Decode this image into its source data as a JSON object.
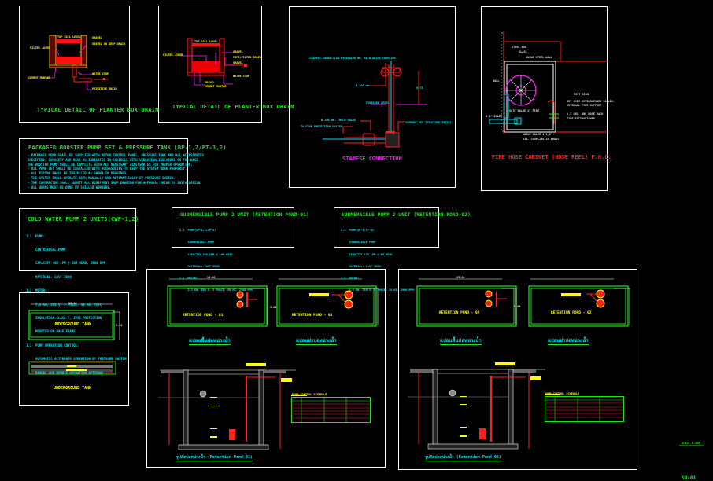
{
  "drawing": {
    "background": "#000000",
    "colors": {
      "frame": "#ffffff",
      "title_green": "#19e619",
      "magenta": "#ff1aff",
      "red": "#ff2020",
      "yellow": "#ffff00",
      "cyan": "#00e5ee"
    }
  },
  "planter_drain_1": {
    "title": "TYPICAL DETAIL OF PLANTER BOX DRAIN",
    "labels": {
      "top_soil": "TOP SOIL LEVEL",
      "gravel": "GRAVEL",
      "gravel2": "GRAVEL ON DEEP DRAIN",
      "filter": "FILTER LAYER",
      "cement": "CEMENT MORTAR",
      "water_stop": "WATER STOP",
      "pvc": "PRIMITIVE DRAIN"
    }
  },
  "planter_drain_2": {
    "title": "TYPICAL DETAIL OF PLANTER BOX DRAIN",
    "labels": {
      "top_soil": "TOP SOIL LEVEL",
      "filter": "FILTER LINER",
      "gravel": "GRAVEL",
      "pvc_drain": "PIPE/FILTER DRAIN",
      "gravel2": "GRAVEL",
      "water_stop": "WATER STOP",
      "gravel3": "GRAVEL",
      "cement": "CEMENT MORTAR"
    }
  },
  "siamese": {
    "title": "SIAMESE CONNECTION",
    "labels": {
      "conn": "SIAMESE CONNECTION 65x65x100 mm. WITH QUICK COUPLING",
      "pipe": "Ø 100 mm.",
      "ground": "FINISHED LEVEL",
      "check": "Ø 100 mm. CHECK VALVE",
      "to_fire": "TO FIRE PROTECTION SYSTEM",
      "support": "SUPPORT SEE STRUCTURE DETAIL",
      "dim": "0.75"
    }
  },
  "fire_hose": {
    "title": "FIRE HOSE CABINET (HOSE REEL) F.H.C.",
    "labels": {
      "steel": "STEEL BOX",
      "glass": "GLASS",
      "steel_wall": "ANGLE STEEL WALL",
      "wall": "WALL",
      "inlet": "Ø 1\" INLET",
      "gate": "GATE VALVE 1\" FIRE",
      "exit": "EXIT SIGN",
      "ext1": "DRY CHEM EXTINGUISHER 10 LBS.",
      "ext2": "EXTERNAL TYPE SUPPORT",
      "hook1": "1.5 LBS. ABC HOSE RACK",
      "hook2": "FIRE EXTINGUISHER",
      "valve1": "ANGLE VALVE 1-1/2\"",
      "valve2": "DIA. COUPLING IN BRASS"
    }
  },
  "booster": {
    "title": "PACKAGED BOOSTER PUMP SET & PRESSURE TANK (BP-1,2/PT-1,2)",
    "notes": [
      "- PACKAGED PUMP SHALL BE SUPPLIED WITH MOTOR CONTROL PANEL, PRESSURE TANK AND ALL ACCESSORIES",
      "  SPECIFIED, CAPACITY AND HEAD AS INDICATED IN SCHEDULE WITH VIBRATION ISOLATORS ON THE BASE",
      "  THE BOOSTER PUMP SHALL BE COMPLETE WITH ALL NECESSARY ACCESSORIES FOR PROPER OPERATION.",
      "- ALL PUMP SET SHALL BE INSTALLED WITH ACCESSORIES TO KEEP THE SYSTEM WORK PROPERLY.",
      "- ALL PIPING SHALL BE INSTALLED AS SHOWN IN DRAWINGS.",
      "- THE SYSTEM SHALL OPERATE BOTH MANUALLY AND AUTOMATICALLY BY PRESSURE SWITCH.",
      "- THE CONTRACTOR SHALL SUBMIT ALL EQUIPMENT SHOP DRAWING FOR APPROVAL PRIOR TO INSTALLATION.",
      "- ALL WORKS MUST BE DONE BY SKILLED WORKERS."
    ]
  },
  "cold_water": {
    "title": "COLD WATER PUMP 2 UNITS(CWP-1,2)",
    "lines": [
      "1.1  PUMP:",
      "     CENTRIFUGAL PUMP",
      "     CAPACITY 400 LPM @ 30M HEAD, 2900 RPM",
      "     MATERIAL: CAST IRON",
      "1.2  MOTOR:",
      "     7.5 KW, 380 V, 3 PHASE, 50 HZ, TEFC",
      "     INSULATION CLASS F, IP55 PROTECTION",
      "     MOUNTED ON BASE FRAME",
      "1.3  PUMP OPERATION CONTROL:",
      "     AUTOMATIC ALTERNATE OPERATION BY PRESSURE SWITCH",
      "     MANUAL AND REMOTE OPERATION OPTIONAL"
    ]
  },
  "submersible_1": {
    "title": "SUBMERSIBLE PUMP 2 UNIT (RETENTION POND-01)",
    "lines": [
      "1.1  PUMP(SP-1,2/SP-3)",
      "     SUBMERSIBLE PUMP",
      "     CAPACITY 200 LPM @ 10M HEAD",
      "     MATERIAL: CAST IRON",
      "1.2  MOTOR:",
      "     2.2 KW, 380 V, 3 PHASE, 50 HZ, 2900 RPM"
    ]
  },
  "submersible_2": {
    "title": "SUBMERSIBLE PUMP 2 UNIT (RETENTION POND-02)",
    "lines": [
      "1.1  PUMP(SP-3/SP-4)",
      "     SUBMERSIBLE PUMP",
      "     CAPACITY 150 LPM @ 8M HEAD",
      "     MATERIAL: CAST IRON",
      "1.2  MOTOR:",
      "     1.5 KW, 380 V, 3 PHASE, 50 HZ, 2900 RPM"
    ]
  },
  "underground_tank": {
    "plan_label": "UNDERGROUND TANK",
    "section_label": "UNDERGROUND TANK",
    "dim_w": "12.00",
    "dim_h": "5.00"
  },
  "pond_01": {
    "plan_left_label": "RETENTION POND - 01",
    "plan_right_label": "RETENTION POND - 01",
    "plan_left_caption": "แปลนพื้นบ่อหน่วงน้ำ",
    "plan_right_caption": "แปลนฝาบ่อหน่วงน้ำ",
    "dim_w": "15.00",
    "dim_h": "5.00",
    "section_caption": "รูปตัดบ่อหน่วงน้ำ (Retention Pond 01)",
    "table_title": "PUMP CONTROL SCHEDULE"
  },
  "pond_02": {
    "plan_left_label": "RETENTION POND - 02",
    "plan_right_label": "RETENTION POND - 02",
    "plan_left_caption": "แปลนพื้นบ่อหน่วงน้ำ",
    "plan_right_caption": "แปลนฝาบ่อหน่วงน้ำ",
    "dim_w": "15.00",
    "dim_h": "5.00",
    "section_caption": "รูปตัดบ่อหน่วงน้ำ (Retention Pond 02)",
    "table_title": "PUMP CONTROL SCHEDULE"
  },
  "sheet": {
    "scale_note": "SCALE 1:100",
    "sheet_no": "SN-01"
  }
}
